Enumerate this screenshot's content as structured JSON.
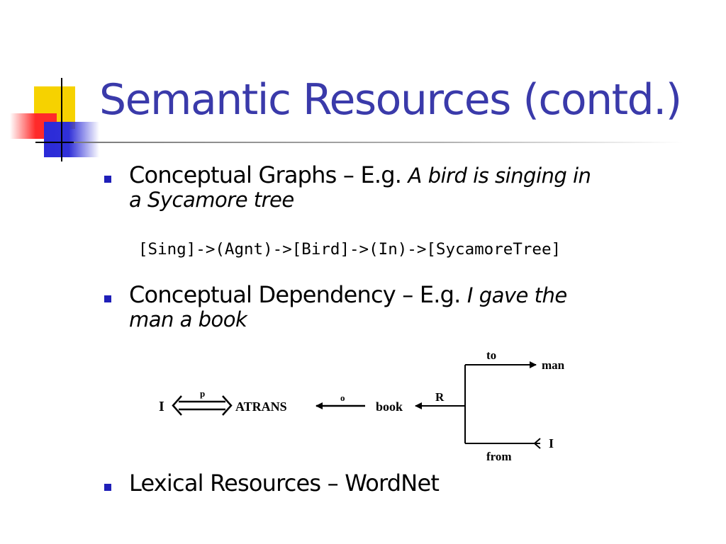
{
  "slide": {
    "title": "Semantic Resources (contd.)",
    "bullets": [
      {
        "lead": "Conceptual Graphs – E.g. ",
        "example_first": "A bird is singing in",
        "example_rest": "a Sycamore tree"
      },
      {
        "lead": "Conceptual Dependency – E.g. ",
        "example_first": "I gave the",
        "example_rest": "man a book"
      },
      {
        "lead": "Lexical Resources – WordNet"
      }
    ],
    "conceptual_graph": "[Sing]->(Agnt)->[Bird]->(In)->[SycamoreTree]",
    "cd_diagram": {
      "actor": "I",
      "p_label": "p",
      "act": "ATRANS",
      "o_label": "o",
      "object": "book",
      "r_label": "R",
      "to_label": "to",
      "to_target": "man",
      "from_label": "from",
      "from_target": "I"
    },
    "colors": {
      "title": "#3a3aaa",
      "bullet": "#1f1fb8",
      "deco_yellow": "#f6d200",
      "deco_red": "#ff2a2a",
      "deco_blue": "#2a2ad8"
    }
  }
}
